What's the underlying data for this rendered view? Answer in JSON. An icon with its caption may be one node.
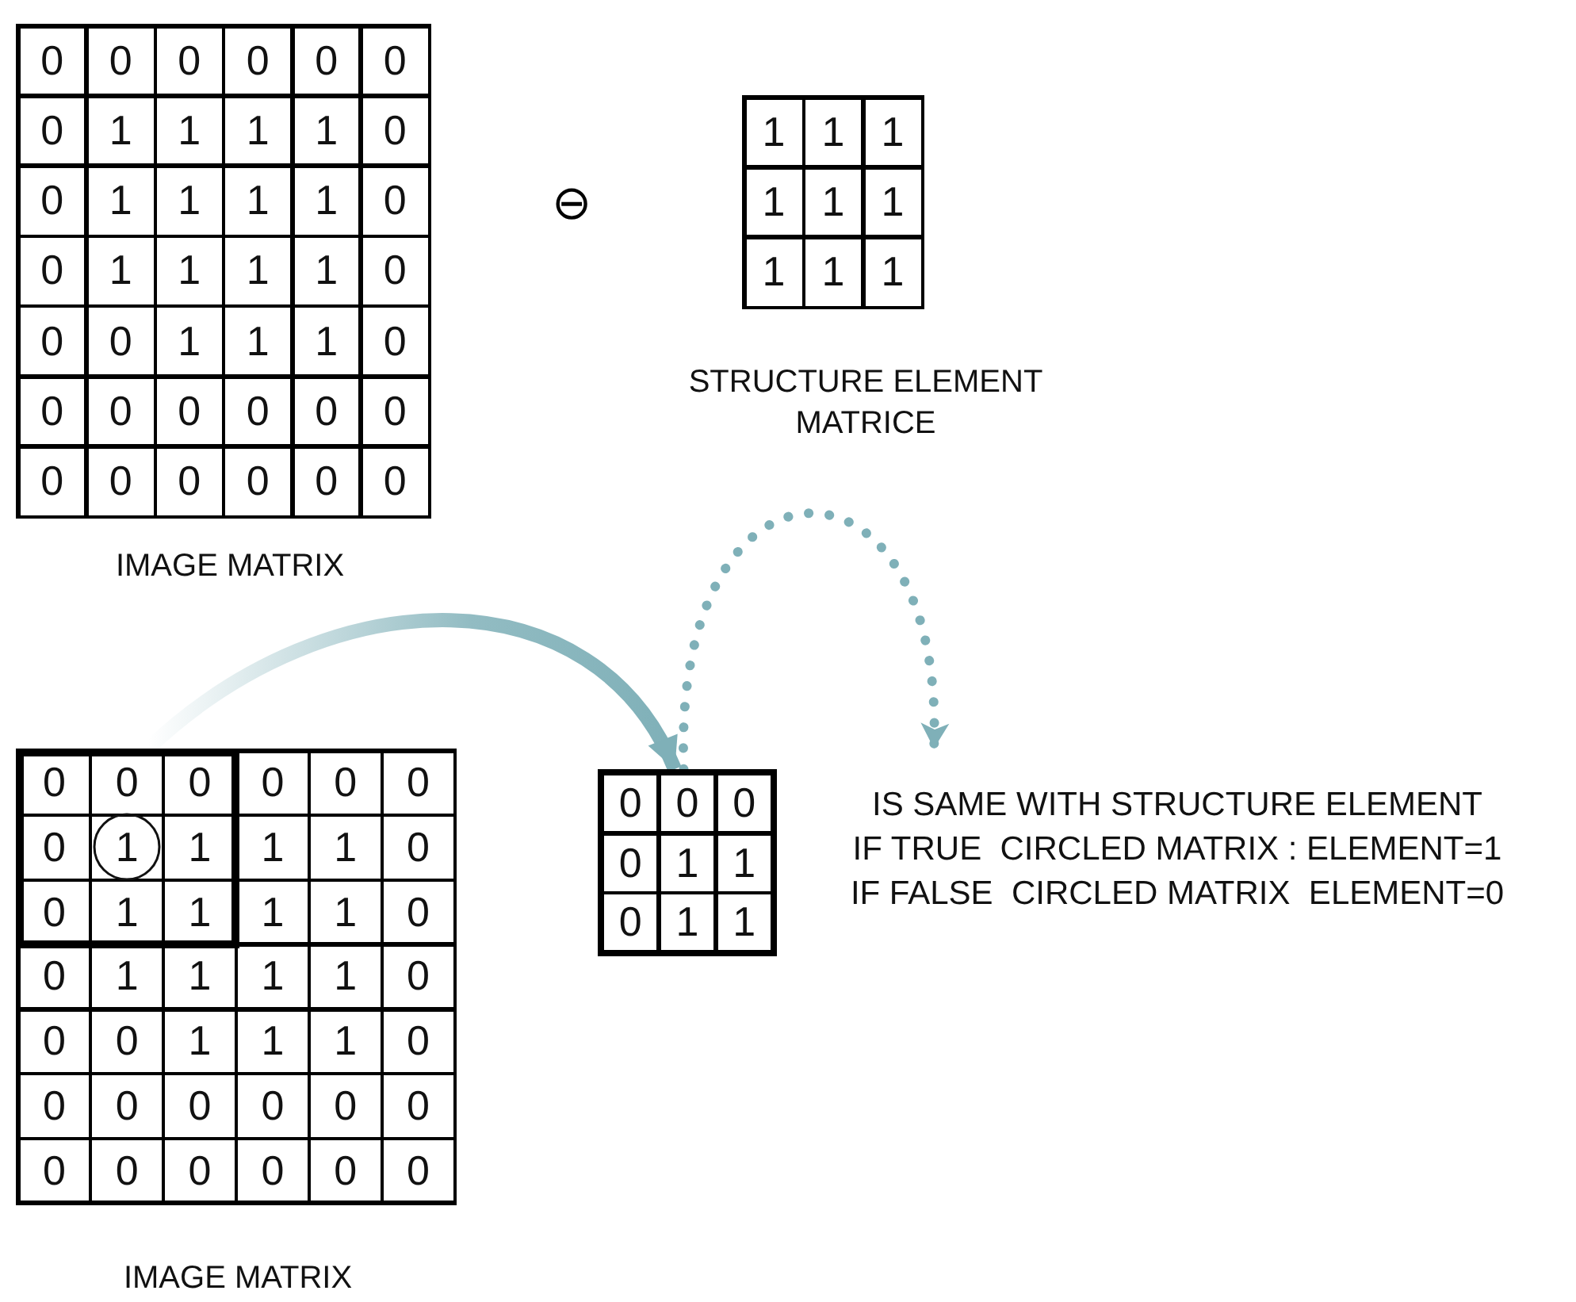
{
  "diagram": {
    "nodes": [
      {
        "text": [
          "0",
          "0",
          "0",
          "0",
          "0",
          "0",
          "0",
          "1",
          "1",
          "1",
          "1",
          "0",
          "0",
          "1",
          "1",
          "1",
          "1",
          "0",
          "0",
          "1",
          "1",
          "1",
          "1",
          "0",
          "0",
          "0",
          "1",
          "1",
          "1",
          "0",
          "0",
          "0",
          "0",
          "0",
          "0",
          "0",
          "0",
          "0",
          "0",
          "0",
          "0",
          "0"
        ],
        "beside": [
          "IMAGE MATRIX"
        ]
      },
      {
        "text": [
          "1",
          "1",
          "1",
          "1",
          "1",
          "1",
          "1",
          "1",
          "1"
        ],
        "beside": [
          "STRUCTURE ELEMENT MATRICE"
        ]
      },
      {
        "text": [
          "0",
          "0",
          "0",
          "0",
          "0",
          "0",
          "0",
          "1",
          "1",
          "1",
          "1",
          "0",
          "0",
          "1",
          "1",
          "1",
          "1",
          "0",
          "0",
          "1",
          "1",
          "1",
          "1",
          "0",
          "0",
          "0",
          "1",
          "1",
          "1",
          "0",
          "0",
          "0",
          "0",
          "0",
          "0",
          "0",
          "0",
          "0",
          "0",
          "0",
          "0",
          "0"
        ],
        "beside": [
          "IMAGE MATRIX"
        ]
      },
      {
        "text": [
          "0",
          "0",
          "0",
          "0",
          "1",
          "1",
          "0",
          "1",
          "1"
        ]
      },
      {
        "text": [
          "IS SAME WITH STRUCTURE ELEMENT",
          "IF TRUE  CIRCLED MATRIX : ELEMENT=1",
          "IF FALSE  CIRCLED MATRIX  ELEMENT=0"
        ]
      }
    ],
    "edges": [
      {
        "from": 2,
        "to": 3,
        "arrow": "to",
        "style": "thick",
        "color": "#7fb0b8"
      },
      {
        "from": 3,
        "to": 4,
        "arrow": "to",
        "style": "dashed",
        "color": "#7fb0b8"
      }
    ],
    "labels": [
      "⊖"
    ]
  }
}
